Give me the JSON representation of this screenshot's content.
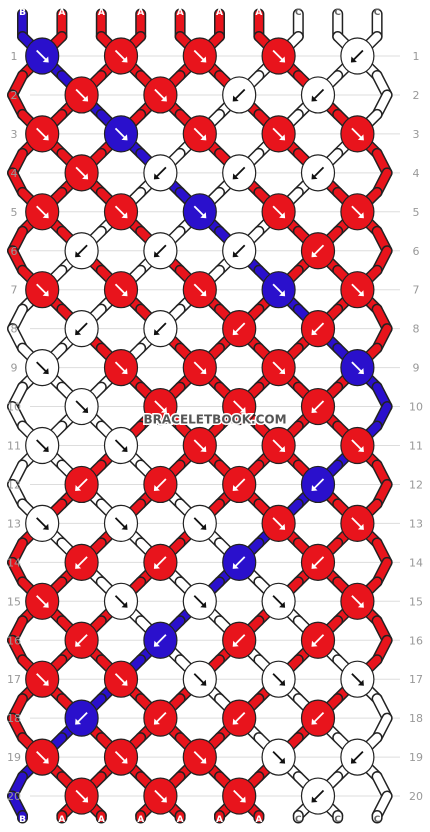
{
  "watermark": "BRACELETBOOK.COM",
  "colors": {
    "A": "#e8141c",
    "B": "#2a10cc",
    "C": "#ffffff"
  },
  "strands_top": [
    "B",
    "A",
    "A",
    "A",
    "A",
    "A",
    "A",
    "C",
    "C",
    "C"
  ],
  "strands_bottom": [
    "B",
    "A",
    "A",
    "A",
    "A",
    "A",
    "A",
    "C",
    "C",
    "C"
  ],
  "row_numbers": [
    1,
    2,
    3,
    4,
    5,
    6,
    7,
    8,
    9,
    10,
    11,
    12,
    13,
    14,
    15,
    16,
    17,
    18,
    19,
    20
  ],
  "knot_rows": [
    [
      [
        "B",
        "se"
      ],
      [
        "A",
        "se"
      ],
      [
        "A",
        "se"
      ],
      [
        "A",
        "se"
      ],
      [
        "C",
        "sw"
      ]
    ],
    [
      [
        "A",
        "se"
      ],
      [
        "A",
        "se"
      ],
      [
        "C",
        "sw"
      ],
      [
        "C",
        "sw"
      ]
    ],
    [
      [
        "A",
        "se"
      ],
      [
        "B",
        "se"
      ],
      [
        "A",
        "se"
      ],
      [
        "A",
        "se"
      ],
      [
        "A",
        "se"
      ]
    ],
    [
      [
        "A",
        "se"
      ],
      [
        "C",
        "sw"
      ],
      [
        "C",
        "sw"
      ],
      [
        "C",
        "sw"
      ]
    ],
    [
      [
        "A",
        "se"
      ],
      [
        "A",
        "se"
      ],
      [
        "B",
        "se"
      ],
      [
        "A",
        "se"
      ],
      [
        "A",
        "se"
      ]
    ],
    [
      [
        "C",
        "sw"
      ],
      [
        "C",
        "sw"
      ],
      [
        "C",
        "sw"
      ],
      [
        "A",
        "sw"
      ]
    ],
    [
      [
        "A",
        "se"
      ],
      [
        "A",
        "se"
      ],
      [
        "A",
        "se"
      ],
      [
        "B",
        "se"
      ],
      [
        "A",
        "se"
      ]
    ],
    [
      [
        "C",
        "sw"
      ],
      [
        "C",
        "sw"
      ],
      [
        "A",
        "sw"
      ],
      [
        "A",
        "sw"
      ]
    ],
    [
      [
        "C",
        "se"
      ],
      [
        "A",
        "se"
      ],
      [
        "A",
        "se"
      ],
      [
        "A",
        "se"
      ],
      [
        "B",
        "se"
      ]
    ],
    [
      [
        "C",
        "se"
      ],
      [
        "A",
        "se"
      ],
      [
        "A",
        "se"
      ],
      [
        "A",
        "sw"
      ]
    ],
    [
      [
        "C",
        "se"
      ],
      [
        "C",
        "se"
      ],
      [
        "A",
        "se"
      ],
      [
        "A",
        "se"
      ],
      [
        "A",
        "se"
      ]
    ],
    [
      [
        "A",
        "sw"
      ],
      [
        "A",
        "sw"
      ],
      [
        "A",
        "sw"
      ],
      [
        "B",
        "sw"
      ]
    ],
    [
      [
        "C",
        "se"
      ],
      [
        "C",
        "se"
      ],
      [
        "C",
        "se"
      ],
      [
        "A",
        "se"
      ],
      [
        "A",
        "se"
      ]
    ],
    [
      [
        "A",
        "sw"
      ],
      [
        "A",
        "sw"
      ],
      [
        "B",
        "sw"
      ],
      [
        "A",
        "sw"
      ]
    ],
    [
      [
        "A",
        "se"
      ],
      [
        "C",
        "se"
      ],
      [
        "C",
        "se"
      ],
      [
        "C",
        "se"
      ],
      [
        "A",
        "se"
      ]
    ],
    [
      [
        "A",
        "sw"
      ],
      [
        "B",
        "sw"
      ],
      [
        "A",
        "sw"
      ],
      [
        "A",
        "sw"
      ]
    ],
    [
      [
        "A",
        "se"
      ],
      [
        "A",
        "se"
      ],
      [
        "C",
        "se"
      ],
      [
        "C",
        "se"
      ],
      [
        "C",
        "se"
      ]
    ],
    [
      [
        "B",
        "sw"
      ],
      [
        "A",
        "sw"
      ],
      [
        "A",
        "sw"
      ],
      [
        "A",
        "sw"
      ]
    ],
    [
      [
        "A",
        "se"
      ],
      [
        "A",
        "se"
      ],
      [
        "A",
        "se"
      ],
      [
        "C",
        "se"
      ],
      [
        "C",
        "sw"
      ]
    ],
    [
      [
        "A",
        "se"
      ],
      [
        "A",
        "se"
      ],
      [
        "A",
        "se"
      ],
      [
        "C",
        "sw"
      ]
    ]
  ]
}
